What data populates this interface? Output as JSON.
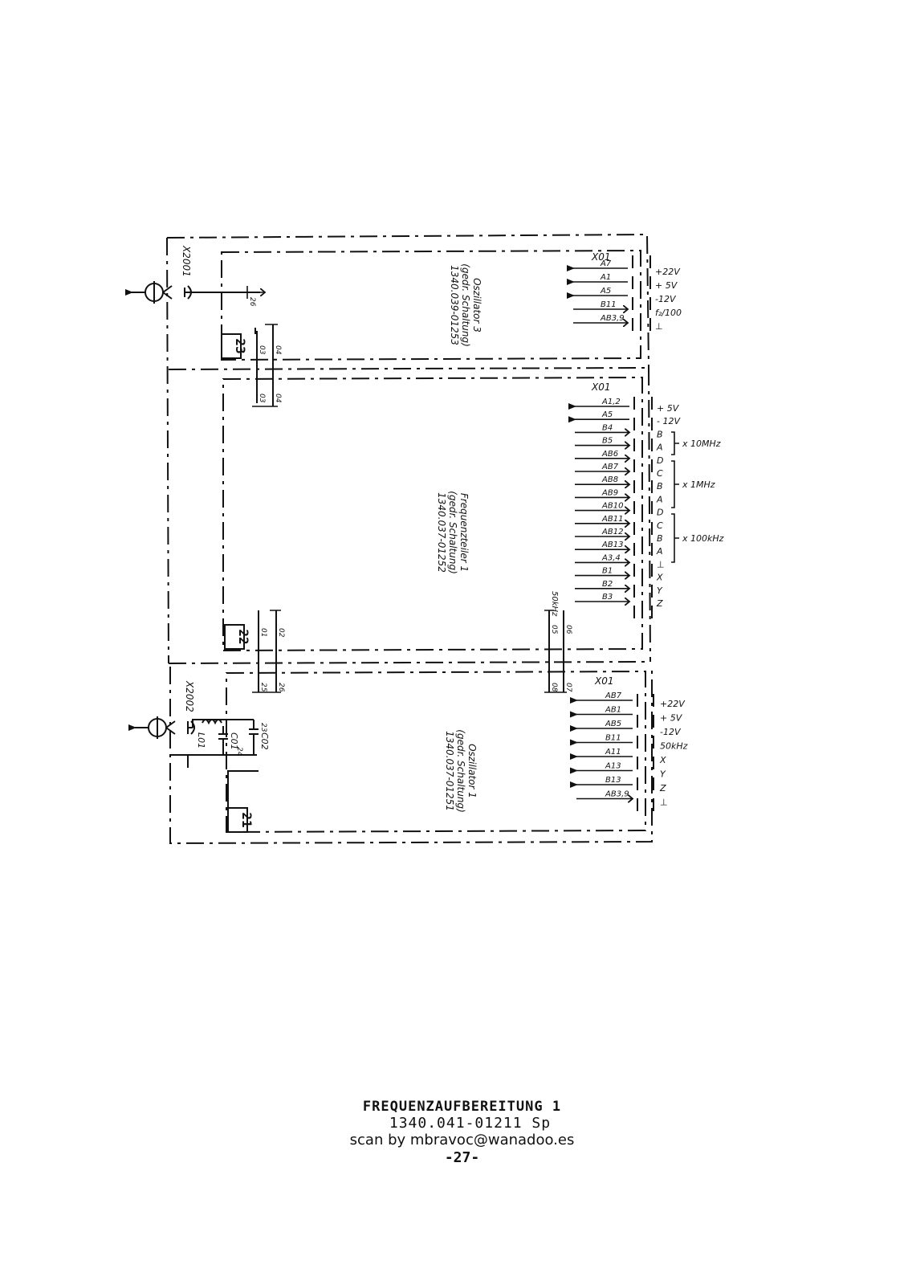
{
  "connectors": {
    "x2001": "X2001",
    "x2002": "X2002"
  },
  "boards": [
    {
      "number": "23",
      "name": "Oszillator 3",
      "sub": "(gedr. Schaltung)",
      "part": "1340.039-01253",
      "x01": "X01",
      "pins": [
        "A7",
        "A1",
        "A5",
        "B11",
        "AB3,9"
      ],
      "rails": [
        "+22V",
        "+ 5V",
        "-12V",
        "f₂/100",
        "⊥"
      ],
      "contacts": [
        "03",
        "04",
        "26"
      ]
    },
    {
      "number": "22",
      "name": "Frequenzteiler 1",
      "sub": "(gedr. Schaltung)",
      "part": "1340.037-01252",
      "x01": "X01",
      "pins": [
        "A1,2",
        "A5",
        "B4",
        "B5",
        "AB6",
        "AB7",
        "AB8",
        "AB9",
        "AB10",
        "AB11",
        "AB12",
        "AB13",
        "A3,4",
        "B1",
        "B2",
        "B3"
      ],
      "rails": [
        "+ 5V",
        "- 12V",
        "B",
        "A",
        "D",
        "C",
        "B",
        "A",
        "D",
        "C",
        "B",
        "A",
        "⊥",
        "X",
        "Y",
        "Z"
      ],
      "groups": [
        "x 10MHz",
        "x 1MHz",
        "x 100kHz"
      ],
      "contacts": [
        "03",
        "04",
        "01",
        "02",
        "05",
        "06"
      ],
      "label_50k": "50kHz"
    },
    {
      "number": "21",
      "name": "Oszillator 1",
      "sub": "(gedr. Schaltung)",
      "part": "1340.037-01251",
      "x01": "X01",
      "pins": [
        "AB7",
        "AB1",
        "AB5",
        "B11",
        "A11",
        "A13",
        "B13",
        "AB3,9"
      ],
      "rails": [
        "+22V",
        "+ 5V",
        "-12V",
        "50kHz",
        "X",
        "Y",
        "Z",
        "⊥"
      ],
      "contacts": [
        "25",
        "26",
        "08",
        "07",
        "23",
        "24"
      ],
      "parts": [
        "L01",
        "C01",
        "C02"
      ]
    }
  ],
  "caption": {
    "title": "FREQUENZAUFBEREITUNG 1",
    "number": "1340.041-01211 Sp",
    "scan": "scan by mbravoc@wanadoo.es",
    "page": "-27-"
  }
}
